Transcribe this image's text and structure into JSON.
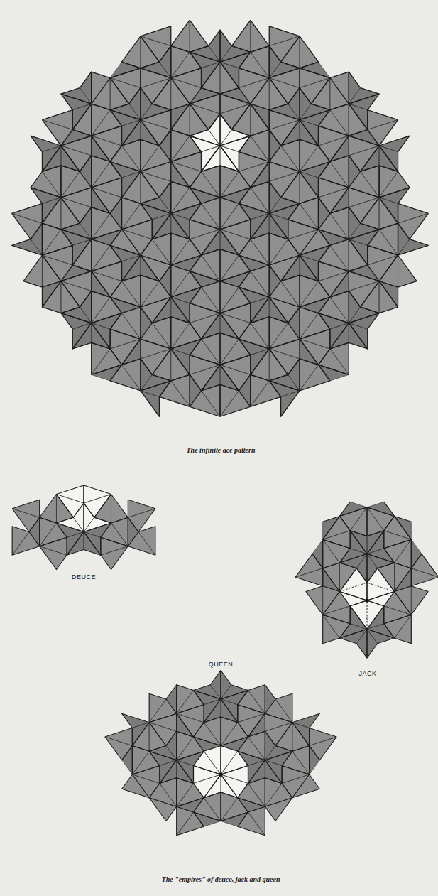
{
  "diagram": {
    "caption": "The \"empires\" of deuce, jack and queen",
    "labels": [
      "The infinite ace pattern",
      "DEUCE",
      "JACK",
      "QUEEN"
    ]
  }
}
